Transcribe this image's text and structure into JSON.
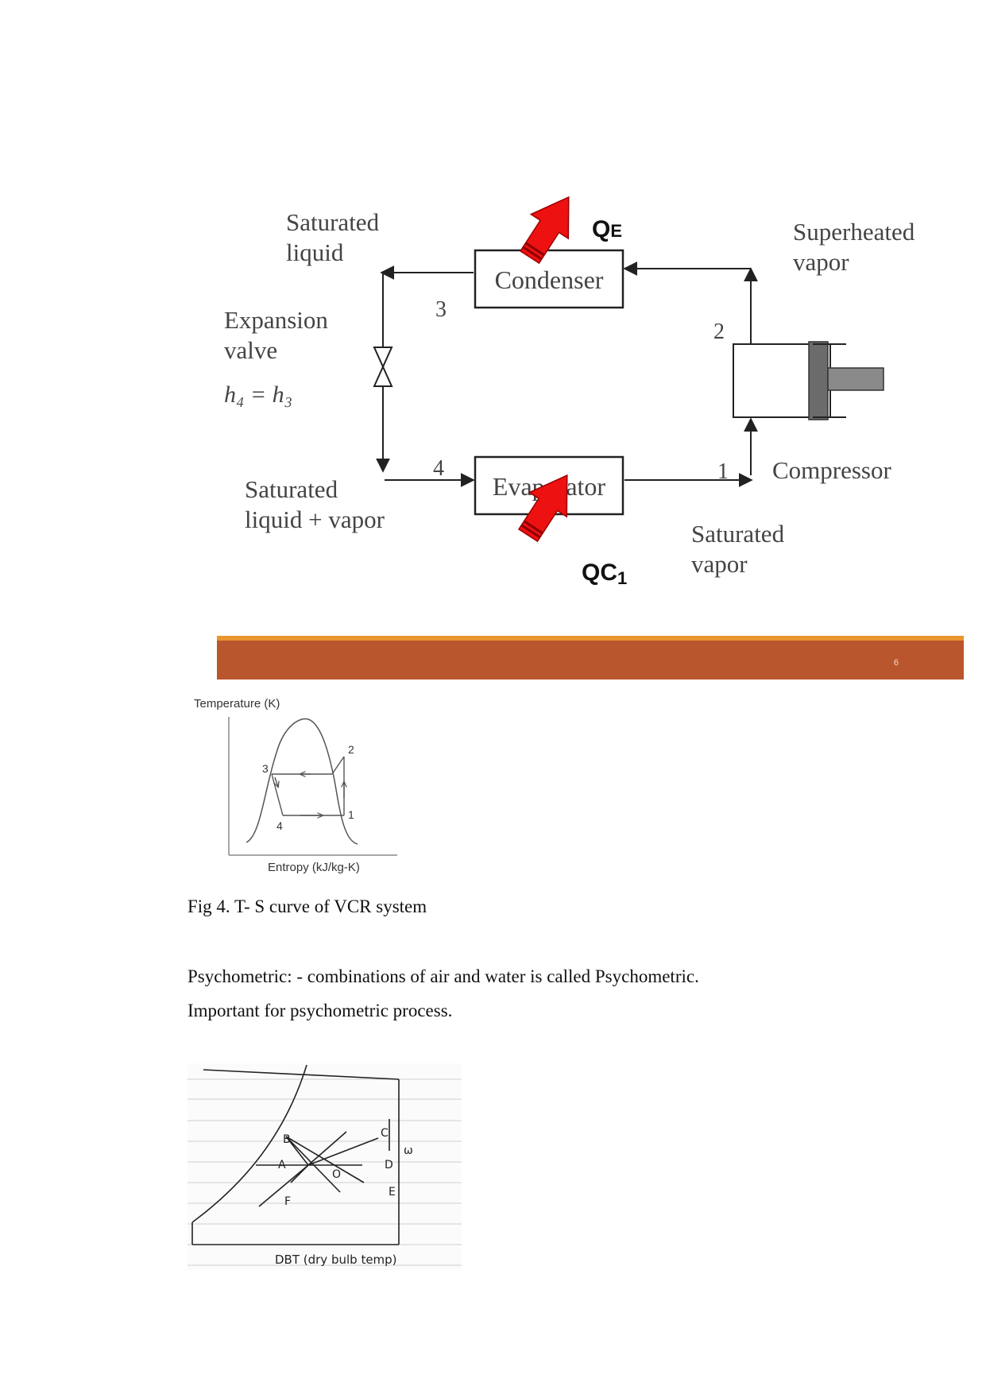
{
  "vcr_diagram": {
    "labels": {
      "saturated_liquid": [
        "Saturated",
        "liquid"
      ],
      "expansion_valve": [
        "Expansion",
        "valve"
      ],
      "enthalpy_relation": "h₄ = h₃",
      "saturated_liquid_vapor": [
        "Saturated",
        "liquid + vapor"
      ],
      "condenser": "Condenser",
      "evaporator": "Evaporator",
      "superheated_vapor": [
        "Superheated",
        "vapor"
      ],
      "compressor": "Compressor",
      "saturated_vapor": [
        "Saturated",
        "vapor"
      ],
      "heat_out": "Q",
      "heat_out_sub": "E",
      "heat_in": "QC",
      "heat_in_sub": "1",
      "point_1": "1",
      "point_2": "2",
      "point_3": "3",
      "point_4": "4"
    },
    "colors": {
      "arrow_red": "#ee1111",
      "line": "#222222"
    }
  },
  "slide_bar": {
    "page_number": "6",
    "color": "#b9562e",
    "accent": "#e7962f"
  },
  "ts_chart": {
    "ylabel": "Temperature (K)",
    "xlabel": "Entropy (kJ/kg-K)",
    "points": [
      "1",
      "2",
      "3",
      "4"
    ]
  },
  "captions": {
    "fig4": "Fig 4. T- S curve of VCR system",
    "psychometric_def": "Psychometric: - combinations of air and water is called Psychometric.",
    "psychometric_important": "Important for psychometric process."
  },
  "psychrometric_sketch": {
    "points": [
      "A",
      "B",
      "C",
      "D",
      "E",
      "F",
      "O"
    ],
    "omega": "ω",
    "xlabel": "DBT (dry bulb temp)"
  }
}
